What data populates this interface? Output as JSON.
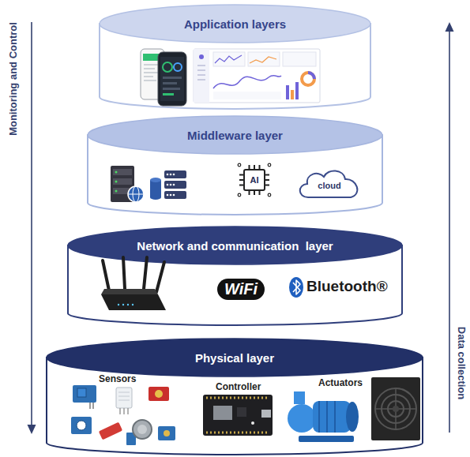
{
  "diagram": {
    "nodes": [
      {
        "text": [
          "Application layers"
        ]
      },
      {
        "text": [
          "Middleware layer"
        ]
      },
      {
        "text": [
          "AI"
        ],
        "in": 1
      },
      {
        "text": [
          "cloud"
        ],
        "in": 1
      },
      {
        "text": [
          "Network and communication  layer"
        ]
      },
      {
        "text": [
          "Physical layer"
        ]
      }
    ],
    "labels": [
      "WiFi",
      "Bluetooth®",
      "Sensors",
      "Controller",
      "Actuators",
      "Monitoring and Control",
      "Data collection"
    ]
  }
}
